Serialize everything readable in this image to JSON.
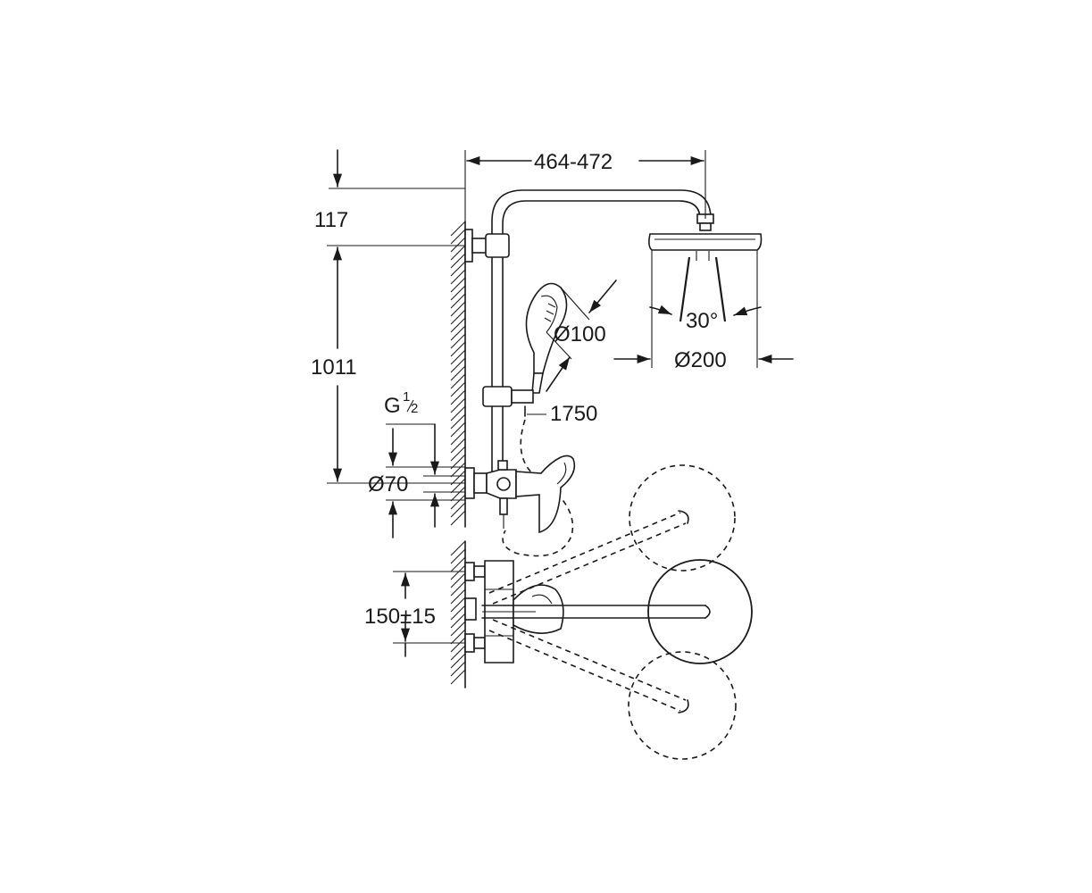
{
  "dimensions": {
    "arm_reach": "464-472",
    "top_offset": "117",
    "rail_height": "1011",
    "handshower_diameter": "Ø100",
    "head_angle": "30°",
    "head_diameter": "Ø200",
    "hose_length": "1750",
    "thread": "G",
    "thread_num": "1",
    "thread_den": "2",
    "flange_diameter": "Ø70",
    "inlet_spacing": "150±15"
  }
}
